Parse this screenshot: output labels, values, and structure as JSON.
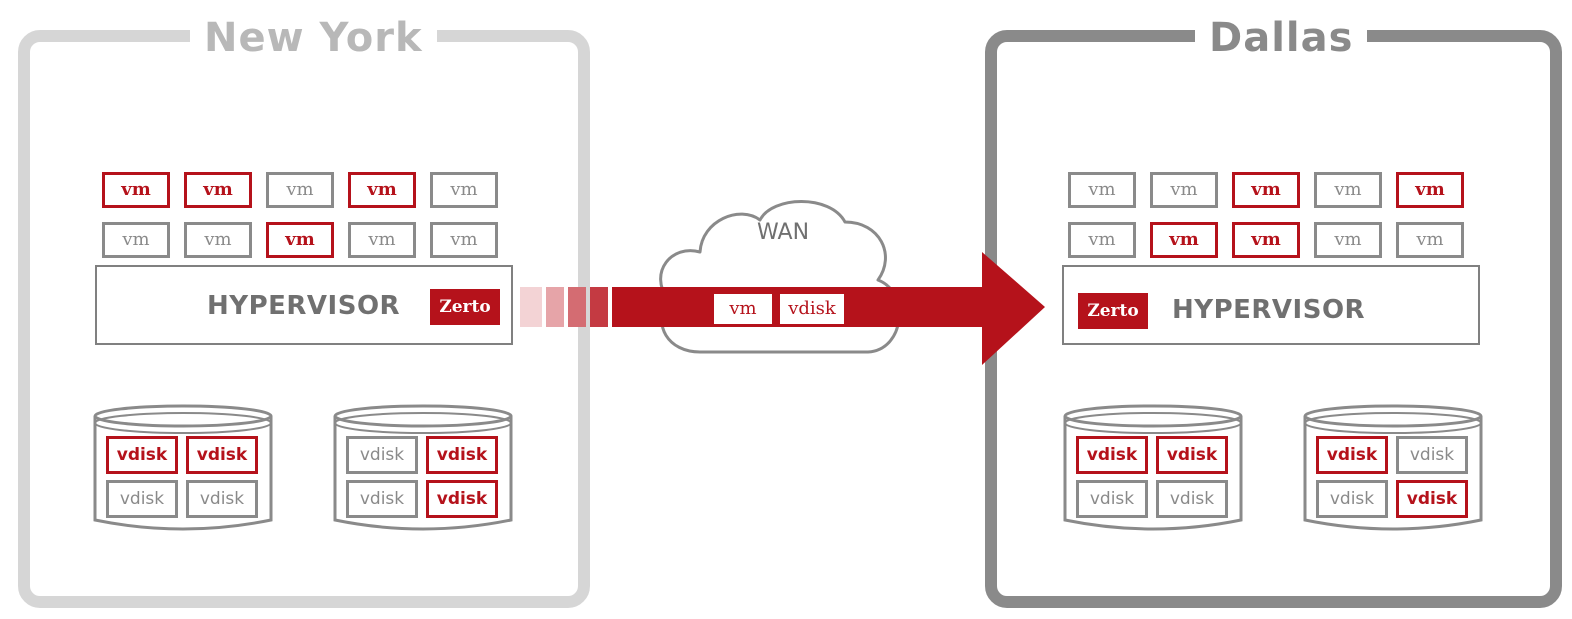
{
  "colors": {
    "accent": "#b5121b",
    "grey": "#8a8a8a",
    "light_grey": "#d6d6d6"
  },
  "sites": {
    "new_york": {
      "title": "New York",
      "hypervisor_label": "HYPERVISOR",
      "logo_text": "Zerto",
      "vm_rows": [
        [
          {
            "label": "vm",
            "replicated": true
          },
          {
            "label": "vm",
            "replicated": true
          },
          {
            "label": "vm",
            "replicated": false
          },
          {
            "label": "vm",
            "replicated": true
          },
          {
            "label": "vm",
            "replicated": false
          }
        ],
        [
          {
            "label": "vm",
            "replicated": false
          },
          {
            "label": "vm",
            "replicated": false
          },
          {
            "label": "vm",
            "replicated": true
          },
          {
            "label": "vm",
            "replicated": false
          },
          {
            "label": "vm",
            "replicated": false
          }
        ]
      ],
      "datastores": [
        [
          {
            "label": "vdisk",
            "replicated": true
          },
          {
            "label": "vdisk",
            "replicated": true
          },
          {
            "label": "vdisk",
            "replicated": false
          },
          {
            "label": "vdisk",
            "replicated": false
          }
        ],
        [
          {
            "label": "vdisk",
            "replicated": false
          },
          {
            "label": "vdisk",
            "replicated": true
          },
          {
            "label": "vdisk",
            "replicated": false
          },
          {
            "label": "vdisk",
            "replicated": true
          }
        ]
      ]
    },
    "dallas": {
      "title": "Dallas",
      "hypervisor_label": "HYPERVISOR",
      "logo_text": "Zerto",
      "vm_rows": [
        [
          {
            "label": "vm",
            "replicated": false
          },
          {
            "label": "vm",
            "replicated": false
          },
          {
            "label": "vm",
            "replicated": true
          },
          {
            "label": "vm",
            "replicated": false
          },
          {
            "label": "vm",
            "replicated": true
          }
        ],
        [
          {
            "label": "vm",
            "replicated": false
          },
          {
            "label": "vm",
            "replicated": true
          },
          {
            "label": "vm",
            "replicated": true
          },
          {
            "label": "vm",
            "replicated": false
          },
          {
            "label": "vm",
            "replicated": false
          }
        ]
      ],
      "datastores": [
        [
          {
            "label": "vdisk",
            "replicated": true
          },
          {
            "label": "vdisk",
            "replicated": true
          },
          {
            "label": "vdisk",
            "replicated": false
          },
          {
            "label": "vdisk",
            "replicated": false
          }
        ],
        [
          {
            "label": "vdisk",
            "replicated": true
          },
          {
            "label": "vdisk",
            "replicated": false
          },
          {
            "label": "vdisk",
            "replicated": false
          },
          {
            "label": "vdisk",
            "replicated": true
          }
        ]
      ]
    }
  },
  "wan": {
    "label": "WAN",
    "packet_vm": "vm",
    "packet_vdisk": "vdisk"
  }
}
